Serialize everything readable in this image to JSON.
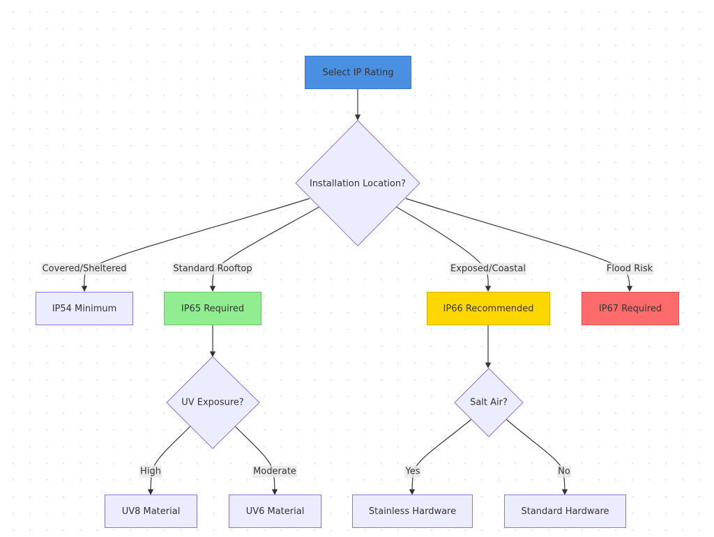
{
  "colors": {
    "start_fill": "#4A90E2",
    "default_fill": "#ECECFF",
    "default_stroke": "#9370DB",
    "ip65_fill": "#90EE90",
    "ip66_fill": "#FFD700",
    "ip67_fill": "#FF6B6B",
    "edge": "#333333"
  },
  "nodes": {
    "start": "Select IP Rating",
    "location": "Installation Location?",
    "ip54": "IP54 Minimum",
    "ip65": "IP65 Required",
    "ip66": "IP66 Recommended",
    "ip67": "IP67 Required",
    "uv": "UV Exposure?",
    "salt": "Salt Air?",
    "uv8": "UV8 Material",
    "uv6": "UV6 Material",
    "stainless": "Stainless Hardware",
    "standard": "Standard Hardware"
  },
  "edges": {
    "covered": "Covered/Sheltered",
    "rooftop": "Standard Rooftop",
    "exposed": "Exposed/Coastal",
    "flood": "Flood Risk",
    "high": "High",
    "moderate": "Moderate",
    "yes": "Yes",
    "no": "No"
  }
}
